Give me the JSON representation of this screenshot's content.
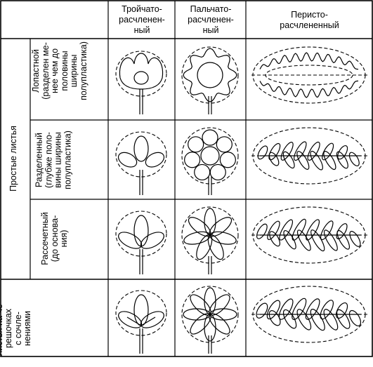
{
  "columns": [
    {
      "id": "ternate",
      "label": "Тройчато-\nрасчленен-\nный"
    },
    {
      "id": "palmate",
      "label": "Пальчато-\nрасчленен-\nный"
    },
    {
      "id": "pinnate",
      "label": "Перисто-\nрасчлененный"
    }
  ],
  "group_label": "Простые листья",
  "rows": [
    {
      "id": "lobed",
      "label": "Лопастной\n(разделен ме-\nнее чем до\nполовины\nширины\nполупластика)"
    },
    {
      "id": "parted",
      "label": "Разделенный\n(глубже поло-\nвины ширины\nполупластика)"
    },
    {
      "id": "dissected",
      "label": "Рассечетный\n(до основа-\nния)"
    },
    {
      "id": "compound",
      "label": "Сложные\nлистья на че-\nрешочках\nс сочле-\nнениями"
    }
  ]
}
